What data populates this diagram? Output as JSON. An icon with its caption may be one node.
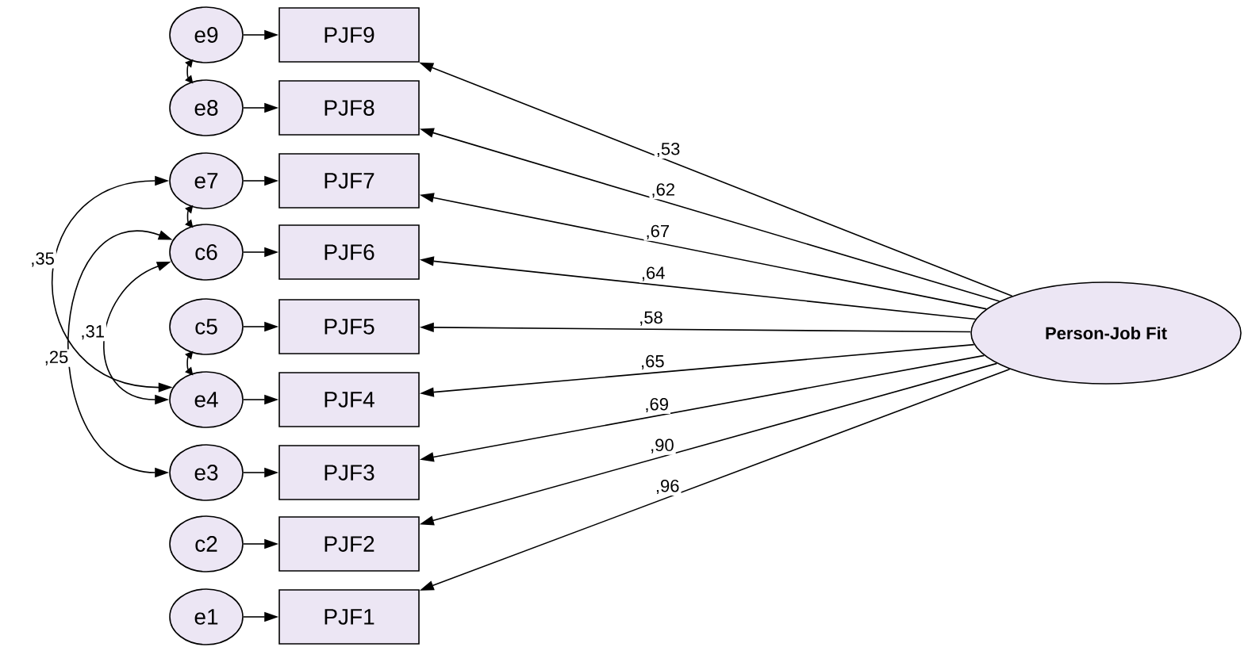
{
  "diagram": {
    "nodes": [
      {
        "text": [
          "e9"
        ]
      },
      {
        "text": [
          "PJF9"
        ]
      },
      {
        "text": [
          "e8"
        ]
      },
      {
        "text": [
          "PJF8"
        ]
      },
      {
        "text": [
          "e7"
        ]
      },
      {
        "text": [
          "PJF7"
        ]
      },
      {
        "text": [
          "c6"
        ]
      },
      {
        "text": [
          "PJF6"
        ]
      },
      {
        "text": [
          "c5"
        ]
      },
      {
        "text": [
          "PJF5"
        ]
      },
      {
        "text": [
          "e4"
        ]
      },
      {
        "text": [
          "PJF4"
        ]
      },
      {
        "text": [
          "e3"
        ]
      },
      {
        "text": [
          "PJF3"
        ]
      },
      {
        "text": [
          "c2"
        ]
      },
      {
        "text": [
          "PJF2"
        ]
      },
      {
        "text": [
          "e1"
        ]
      },
      {
        "text": [
          "PJF1"
        ]
      },
      {
        "text": [
          "Person-Job Fit"
        ]
      }
    ],
    "edges": [
      {
        "from": 0,
        "to": 1,
        "arrow": "to"
      },
      {
        "from": 2,
        "to": 3,
        "arrow": "to"
      },
      {
        "from": 4,
        "to": 5,
        "arrow": "to"
      },
      {
        "from": 6,
        "to": 7,
        "arrow": "to"
      },
      {
        "from": 8,
        "to": 9,
        "arrow": "to"
      },
      {
        "from": 10,
        "to": 11,
        "arrow": "to"
      },
      {
        "from": 12,
        "to": 13,
        "arrow": "to"
      },
      {
        "from": 14,
        "to": 15,
        "arrow": "to"
      },
      {
        "from": 16,
        "to": 17,
        "arrow": "to"
      },
      {
        "from": 18,
        "to": 1,
        "arrow": "to",
        "label": ",53"
      },
      {
        "from": 18,
        "to": 3,
        "arrow": "to",
        "label": ",62"
      },
      {
        "from": 18,
        "to": 5,
        "arrow": "to",
        "label": ",67"
      },
      {
        "from": 18,
        "to": 7,
        "arrow": "to",
        "label": ",64"
      },
      {
        "from": 18,
        "to": 9,
        "arrow": "to",
        "label": ",58"
      },
      {
        "from": 18,
        "to": 11,
        "arrow": "to",
        "label": ",65"
      },
      {
        "from": 18,
        "to": 13,
        "arrow": "to",
        "label": ",69"
      },
      {
        "from": 18,
        "to": 15,
        "arrow": "to",
        "label": ",90"
      },
      {
        "from": 18,
        "to": 17,
        "arrow": "to",
        "label": ",96"
      },
      {
        "from": 0,
        "to": 2,
        "arrow": "both"
      },
      {
        "from": 4,
        "to": 6,
        "arrow": "both"
      },
      {
        "from": 8,
        "to": 10,
        "arrow": "both"
      },
      {
        "from": 4,
        "to": 10,
        "arrow": "both",
        "label": ",35"
      },
      {
        "from": 6,
        "to": 10,
        "arrow": "both",
        "label": ",31"
      },
      {
        "from": 6,
        "to": 12,
        "arrow": "both",
        "label": ",25"
      }
    ]
  }
}
